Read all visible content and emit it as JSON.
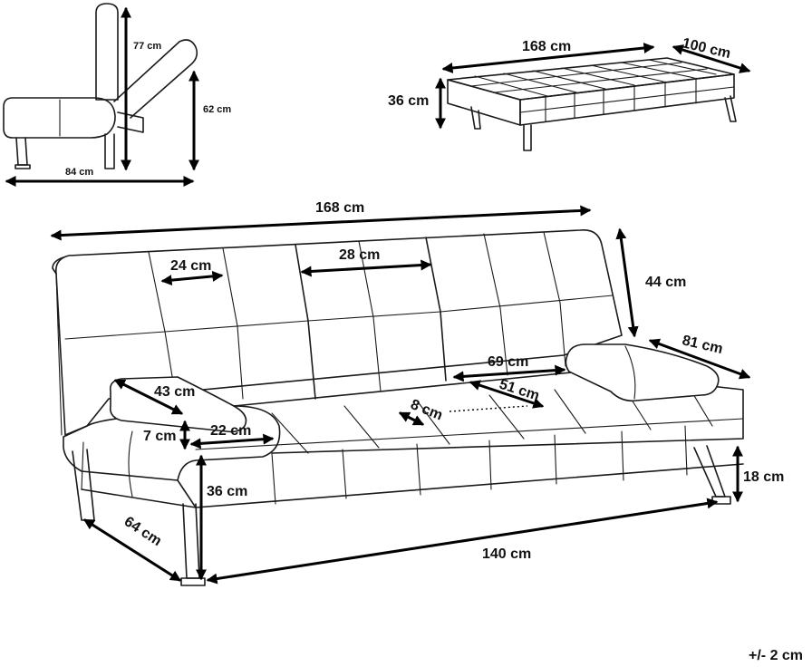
{
  "colors": {
    "line": "#1a1a1a",
    "background": "#ffffff"
  },
  "dims": {
    "side_height": "77 cm",
    "side_seat_height": "62 cm",
    "side_depth": "84 cm",
    "bed_length": "168 cm",
    "bed_width": "100 cm",
    "bed_height": "36 cm",
    "total_width": "168 cm",
    "back_height": "44 cm",
    "tuft_width": "24 cm",
    "center_back_width": "28 cm",
    "arm_length": "81 cm",
    "pillow_length": "69 cm",
    "pillow_depth": "51 cm",
    "pillow_height": "8 cm",
    "bolster_length": "43 cm",
    "arm_thickness": "7 cm",
    "arm_width": "22 cm",
    "seat_height": "36 cm",
    "leg_height": "18 cm",
    "depth": "64 cm",
    "seat_width": "140 cm"
  },
  "tolerance": "+/- 2 cm"
}
